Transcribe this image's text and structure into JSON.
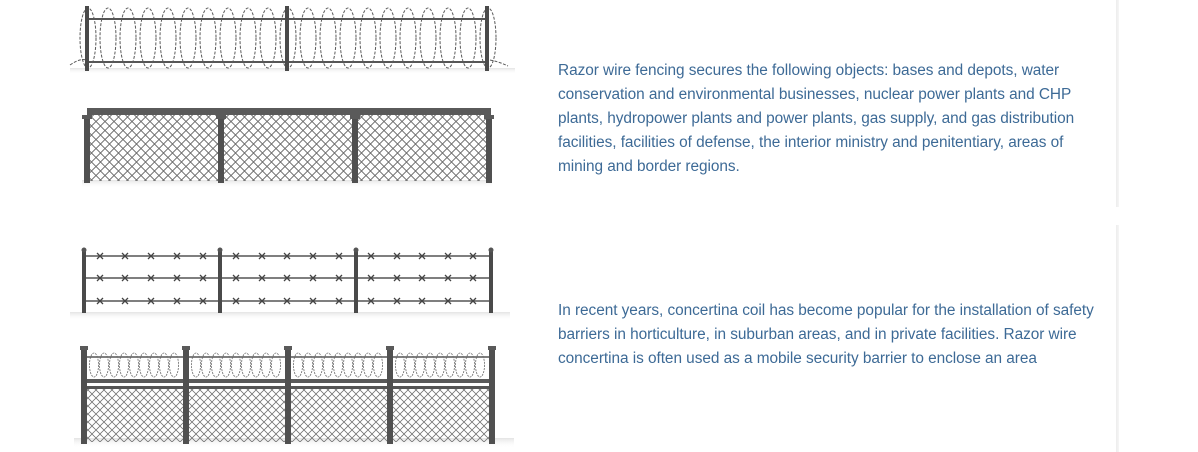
{
  "theme": {
    "text_color": "#3d6a96",
    "fence_color": "#4a4a4a",
    "divider_color": "#ececec"
  },
  "sections": [
    {
      "images": [
        {
          "alt": "razor-wire-coil-fence"
        },
        {
          "alt": "chain-link-fence"
        }
      ],
      "text": "Razor wire fencing secures the following objects: bases and depots, water conservation and environmental businesses, nuclear power plants and CHP plants, hydropower plants and power plants, gas supply, and gas distribution facilities, facilities of defense, the interior ministry and penitentiary, areas of mining and border regions."
    },
    {
      "images": [
        {
          "alt": "barbed-wire-fence"
        },
        {
          "alt": "chain-link-fence-with-concertina-top"
        }
      ],
      "text": "In recent years, concertina coil has become popular for the installation of safety barriers in horticulture, in suburban areas, and in private facilities. Razor wire concertina is often used as a mobile security barrier to enclose an area"
    }
  ]
}
